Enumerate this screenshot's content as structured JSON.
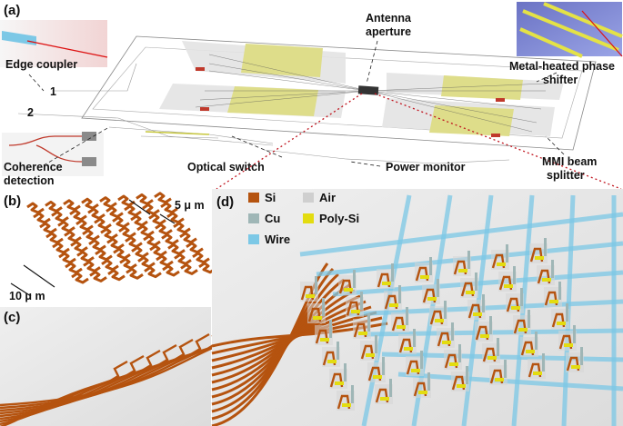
{
  "panels": {
    "a": "(a)",
    "b": "(b)",
    "c": "(c)",
    "d": "(d)"
  },
  "callouts": {
    "edge_coupler": "Edge coupler",
    "coherence_1": "Coherence",
    "coherence_2": "detection",
    "antenna_1": "Antenna",
    "antenna_2": "aperture",
    "phase_1": "Metal-heated phase",
    "phase_2": "shifter",
    "optical_switch": "Optical switch",
    "power_monitor": "Power monitor",
    "mmi_1": "MMI beam",
    "mmi_2": "splitter",
    "port_1": "1",
    "port_2": "2"
  },
  "dimensions": {
    "pitch_small": "5 μ m",
    "pitch_large": "10 μ m"
  },
  "legend": [
    {
      "label": "Si",
      "color": "#b5530f"
    },
    {
      "label": "Air",
      "color": "#cfcfcf"
    },
    {
      "label": "Cu",
      "color": "#9fb6b6"
    },
    {
      "label": "Poly-Si",
      "color": "#e3dc10"
    },
    {
      "label": "Wire",
      "color": "#7cc8e6"
    }
  ]
}
